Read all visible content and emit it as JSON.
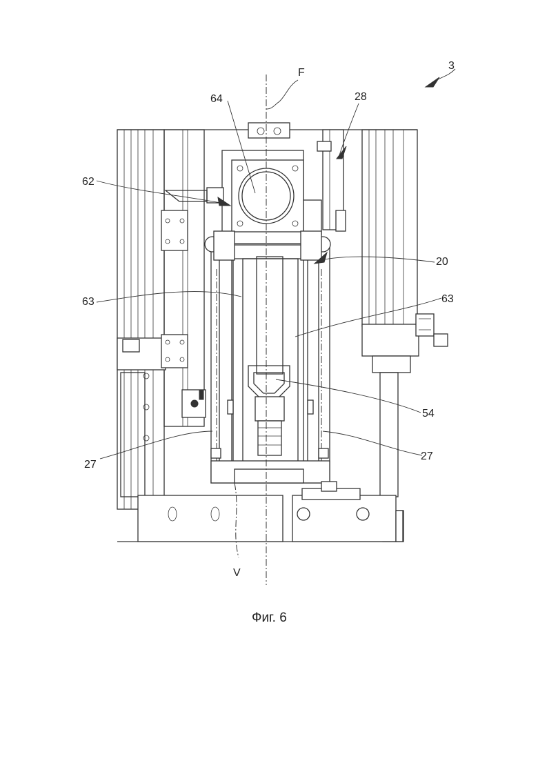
{
  "figure": {
    "caption": "Фиг. 6",
    "labels": {
      "assembly": "3",
      "axis_f": "F",
      "axis_v": "V",
      "ref_64": "64",
      "ref_28": "28",
      "ref_62": "62",
      "ref_20": "20",
      "ref_63_left": "63",
      "ref_63_right": "63",
      "ref_54": "54",
      "ref_27_left": "27",
      "ref_27_right": "27"
    }
  }
}
